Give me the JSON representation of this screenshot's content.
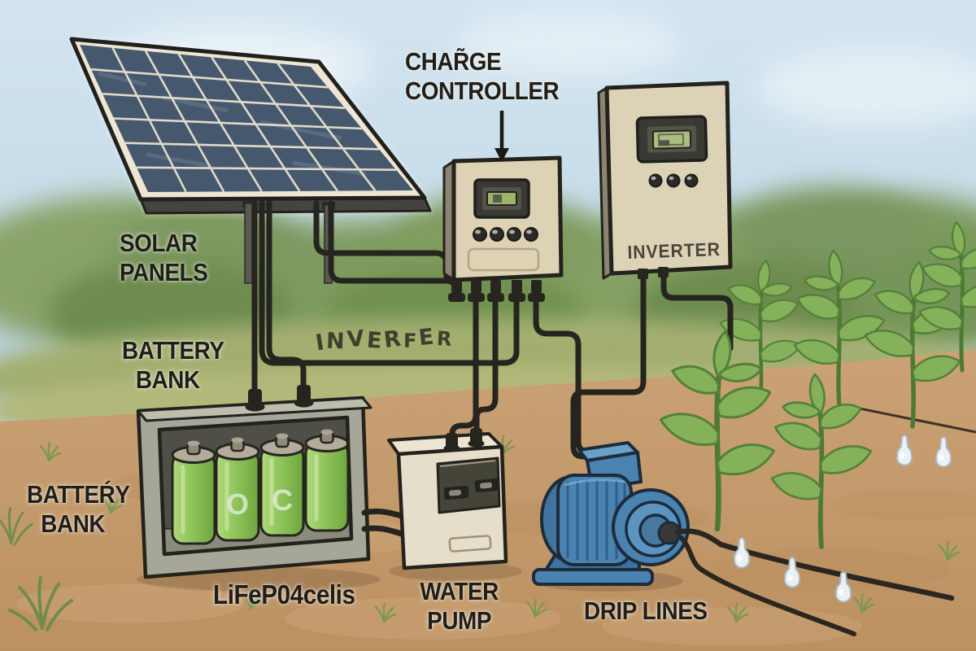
{
  "scene": {
    "description": "Hand-drawn illustration of a solar-powered drip irrigation system in a farm field"
  },
  "labels": {
    "solar_panels": {
      "line1": "SOLAR",
      "line2": "PANELS"
    },
    "charge_controller": {
      "line1": "CHAR̃GE",
      "line2": "CONTROLLER"
    },
    "battery_bank_upper": {
      "line1": "BATTERY",
      "line2": "BANK"
    },
    "battery_bank_lower": {
      "line1": "BATTEŔY",
      "line2": "BANK"
    },
    "inverter_scribble": "INVERFER",
    "battery_cells": "LiFeP04celis",
    "water_pump": {
      "line1": "WATER",
      "line2": "PUMP"
    },
    "drip_lines": "DRIP LINES"
  },
  "devices": {
    "inverter": {
      "printed_label": "INVERTER",
      "indicator_count": 3
    },
    "charge_controller": {
      "button_count": 4,
      "terminal_count": 5
    },
    "battery_bank": {
      "cell_count": 4,
      "cell_marks": [
        "O",
        "C"
      ]
    },
    "drip_system": {
      "emitter_count": 5,
      "line_count": 3
    }
  },
  "colors": {
    "sky": "#c8ddea",
    "foliage": "#7f9b5f",
    "grass": "#a9b274",
    "dirt": "#c49a6c",
    "panel_cell": "#46586e",
    "panel_frame": "#eee6d3",
    "device_beige": "#ddd2b6",
    "battery_green": "#8cc257",
    "pump_blue": "#4a82b0",
    "cable_black": "#26241f",
    "label_text": "#201e19"
  }
}
